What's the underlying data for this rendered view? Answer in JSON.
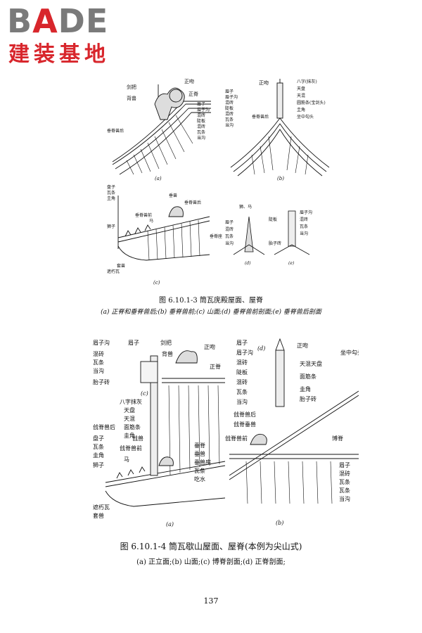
{
  "logo": {
    "word": "BADE",
    "word_accent_letter": "A",
    "sub": "建装基地",
    "accent_color": "#d8262c"
  },
  "fig1": {
    "a": {
      "tag": "(a)",
      "labels": [
        "剑把",
        "正吻",
        "背兽",
        "正脊",
        "眉子",
        "眉子沟",
        "混砖",
        "陡板",
        "混砖",
        "瓦条",
        "当沟",
        "垂脊兽后"
      ]
    },
    "b": {
      "tag": "(b)",
      "labels": [
        "正吻",
        "八字(抹灰)",
        "天盘",
        "天混",
        "圆筋条(宝剑头)",
        "圭角",
        "垂脊兽后",
        "眉子",
        "眉子沟",
        "混砖",
        "陡板",
        "混砖",
        "瓦条",
        "当沟",
        "坐中勾头"
      ]
    },
    "c": {
      "tag": "(c)",
      "labels": [
        "盘子",
        "瓦条",
        "圭角",
        "垂脊兽前",
        "马",
        "垂兽",
        "垂脊兽后",
        "狮子",
        "垂脊座",
        "遮朽瓦",
        "套兽"
      ]
    },
    "d": {
      "tag": "(d)",
      "labels": [
        "狮、马",
        "眉子",
        "混砖",
        "瓦条",
        "当沟"
      ]
    },
    "e": {
      "tag": "(e)",
      "labels": [
        "眉子沟",
        "混砖",
        "陡板",
        "瓦条",
        "当沟",
        "胎子砖"
      ]
    },
    "caption": "图 6.10.1-3  筒瓦庑殿屋面、屋脊",
    "subcaption": "(a) 正脊和垂脊兽后;(b) 垂脊兽前;(c) 山面;(d) 垂脊兽前剖面;(e) 垂脊兽后剖面"
  },
  "fig2": {
    "c_labels": [
      "眉子沟",
      "眉子",
      "混砖",
      "瓦条",
      "当沟",
      "胎子砖",
      "(c)"
    ],
    "a_labels": [
      "剑把",
      "背兽",
      "正吻",
      "正脊",
      "八字抹灰",
      "天盘",
      "天混",
      "面筋条",
      "圭角",
      "戗脊兽后",
      "盘子",
      "瓦条",
      "圭角",
      "戗兽",
      "戗脊兽前",
      "狮子",
      "马",
      "垂脊",
      "垂兽",
      "垂兽座",
      "瓦条",
      "吃水",
      "遮朽瓦",
      "套兽",
      "(a)"
    ],
    "d_labels": [
      "(d)",
      "正吻",
      "坐中勾头",
      "天混天盘",
      "面筋条",
      "圭角",
      "胎子砖"
    ],
    "b_labels": [
      "眉子",
      "眉子沟",
      "混砖",
      "陡板",
      "混砖",
      "瓦条",
      "当沟",
      "戗脊兽后",
      "戗脊垂兽",
      "戗脊兽前",
      "博脊",
      "眉子",
      "混砖",
      "瓦条",
      "瓦条",
      "当沟",
      "(b)"
    ],
    "caption": "图 6.10.1-4 筒瓦歇山屋面、屋脊(本例为尖山式)",
    "subcaption": "(a) 正立面;(b) 山面;(c) 博脊剖面;(d) 正脊剖面;"
  },
  "page_number": "137"
}
